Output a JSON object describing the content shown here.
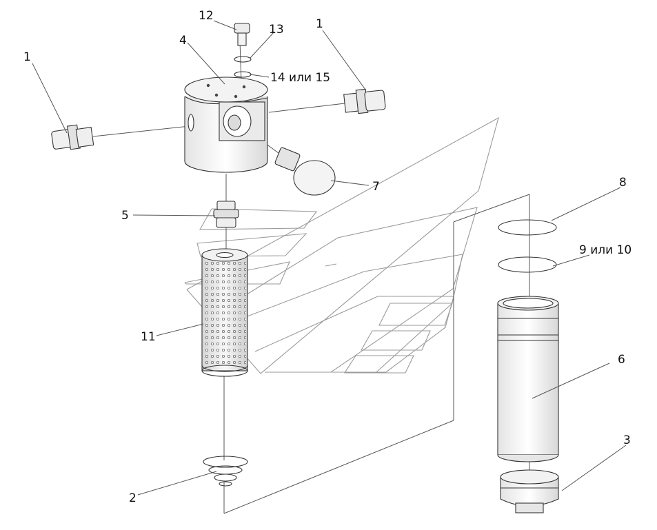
{
  "callouts": [
    {
      "id": "c1a",
      "text": "1"
    },
    {
      "id": "c1b",
      "text": "1"
    },
    {
      "id": "c2",
      "text": "2"
    },
    {
      "id": "c3",
      "text": "3"
    },
    {
      "id": "c4",
      "text": "4"
    },
    {
      "id": "c5",
      "text": "5"
    },
    {
      "id": "c6",
      "text": "6"
    },
    {
      "id": "c7",
      "text": "7"
    },
    {
      "id": "c8",
      "text": "8"
    },
    {
      "id": "c9",
      "text": "9 или 10"
    },
    {
      "id": "c11",
      "text": "11"
    },
    {
      "id": "c12",
      "text": "12"
    },
    {
      "id": "c13",
      "text": "13"
    },
    {
      "id": "c14",
      "text": "14 или 15"
    }
  ],
  "colors": {
    "line": "#333333",
    "watermark": "#9a9a9a",
    "metal": "#e6e6e6"
  }
}
